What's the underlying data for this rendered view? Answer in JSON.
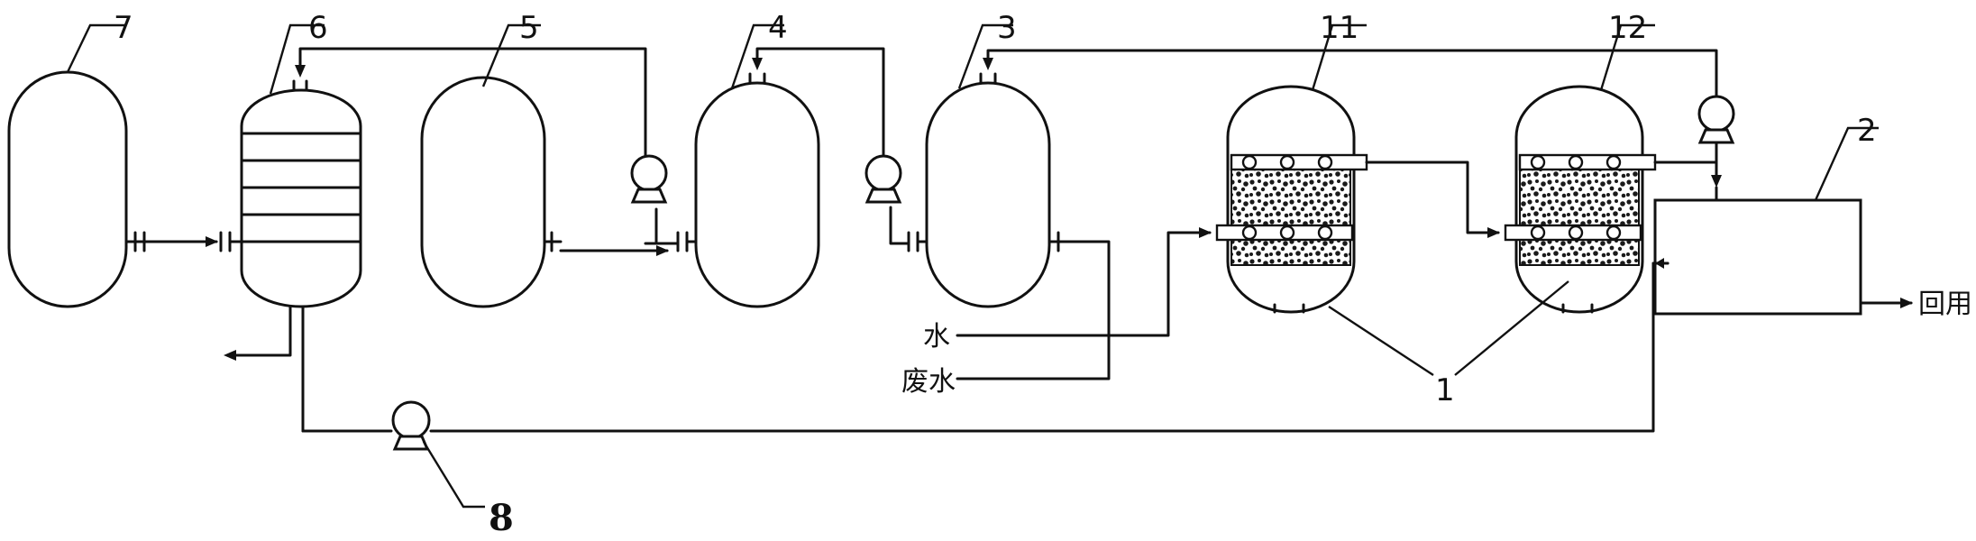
{
  "labels": {
    "tank7": "7",
    "tank6": "6",
    "tank5": "5",
    "tank4": "4",
    "tank3": "3",
    "reactor11": "11",
    "reactor12": "12",
    "box2": "2",
    "pump8": "8",
    "reactors1": "1"
  },
  "streams": {
    "water": "水",
    "wastewater": "废水",
    "reuse": "回用"
  }
}
